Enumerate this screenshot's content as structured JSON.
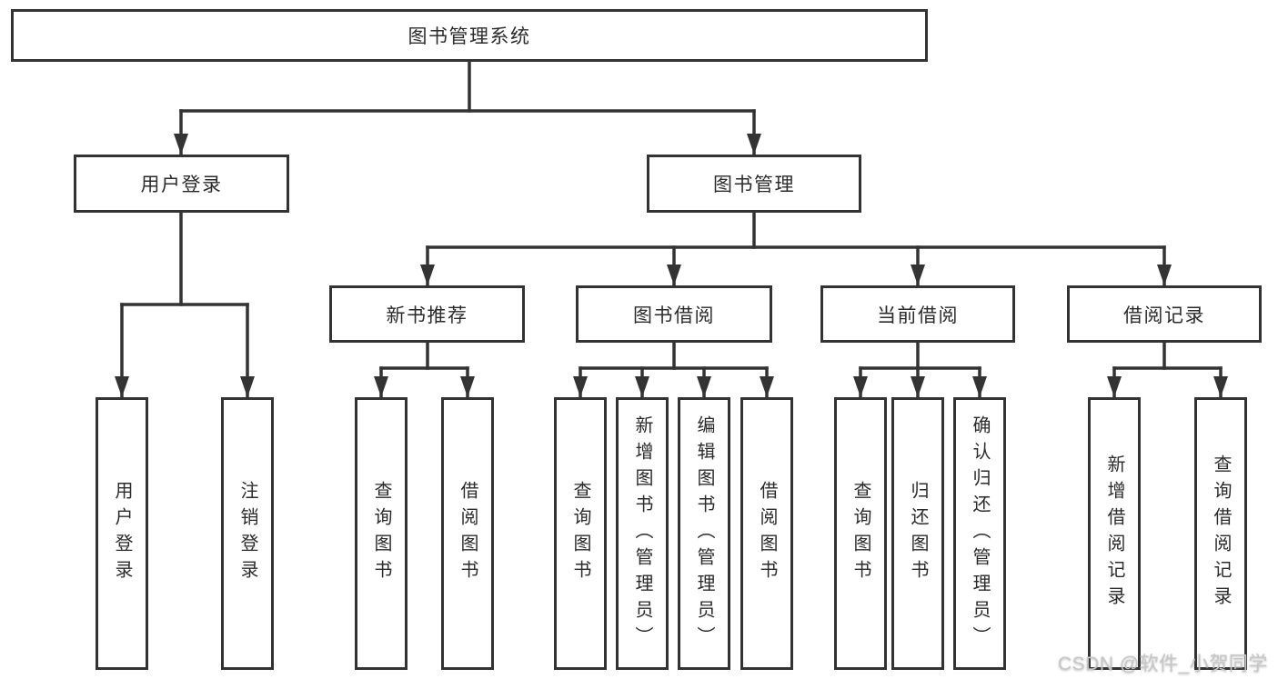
{
  "tree": {
    "label": "图书管理系统",
    "children": [
      {
        "label": "用户登录",
        "children": [
          {
            "label": "用户登录"
          },
          {
            "label": "注销登录"
          }
        ]
      },
      {
        "label": "图书管理",
        "children": [
          {
            "label": "新书推荐",
            "children": [
              {
                "label": "查询图书"
              },
              {
                "label": "借阅图书"
              }
            ]
          },
          {
            "label": "图书借阅",
            "children": [
              {
                "label": "查询图书"
              },
              {
                "label": "新增图书（管理员）"
              },
              {
                "label": "编辑图书（管理员）"
              },
              {
                "label": "借阅图书"
              }
            ]
          },
          {
            "label": "当前借阅",
            "children": [
              {
                "label": "查询图书"
              },
              {
                "label": "归还图书"
              },
              {
                "label": "确认归还（管理员）"
              }
            ]
          },
          {
            "label": "借阅记录",
            "children": [
              {
                "label": "新增借阅记录"
              },
              {
                "label": "查询借阅记录"
              }
            ]
          }
        ]
      }
    ]
  },
  "watermark": {
    "text": "CSDN @软件_小贺同学"
  },
  "colors": {
    "line": "#333333",
    "box_border": "#333333",
    "text": "#2b2b2b",
    "background": "#ffffff",
    "watermark": "#c7c7c7"
  }
}
